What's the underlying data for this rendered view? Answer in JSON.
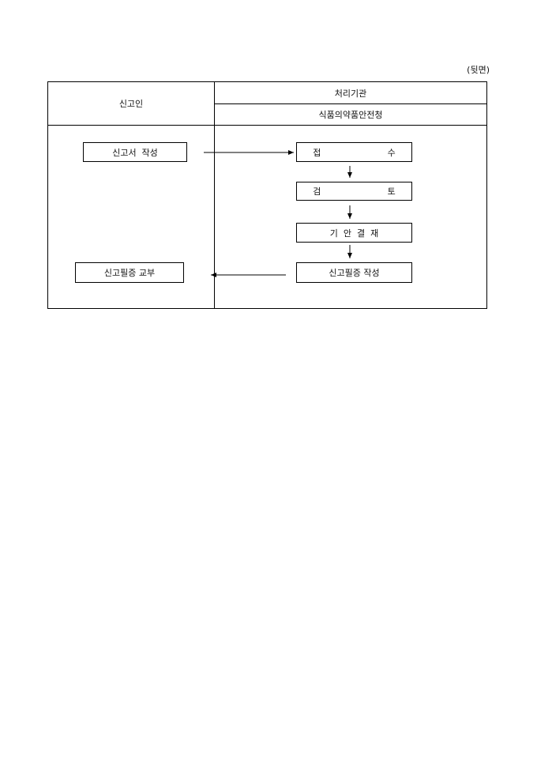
{
  "page": {
    "back_label": "(뒷면)"
  },
  "table": {
    "applicant_header": "신고인",
    "agency_header": "처리기관",
    "agency_name": "식품의약품안전청"
  },
  "flow": {
    "applicant_steps": {
      "write_report": "신고서  작성",
      "issue_certificate": "신고필증 교부"
    },
    "agency_steps": {
      "receipt": [
        "접",
        "수"
      ],
      "review": [
        "검",
        "토"
      ],
      "draft_approval": "기안결재",
      "write_certificate": "신고필증 작성"
    }
  }
}
